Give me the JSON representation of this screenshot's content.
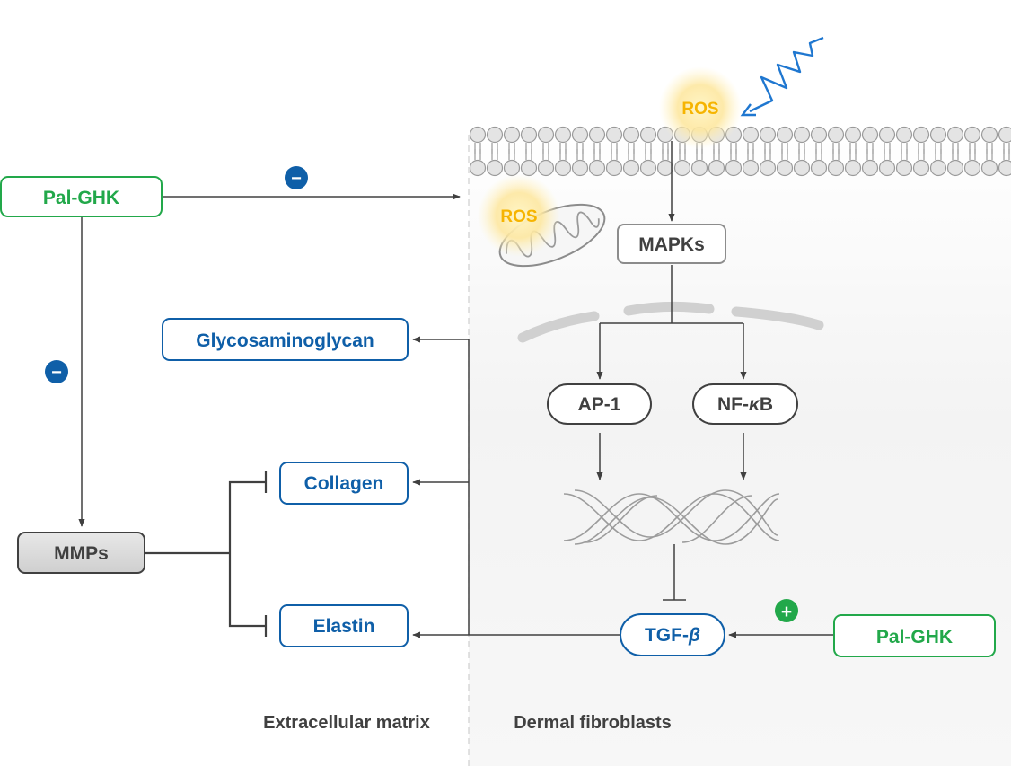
{
  "nodes": {
    "pal_ghk_left": "Pal-GHK",
    "pal_ghk_right": "Pal-GHK",
    "mmps": "MMPs",
    "glycosaminoglycan": "Glycosaminoglycan",
    "collagen": "Collagen",
    "elastin": "Elastin",
    "mapks": "MAPKs",
    "ap1": "AP-1",
    "nfkb_prefix": "NF-",
    "nfkb_kappa": "κ",
    "nfkb_suffix": "B",
    "tgfb_prefix": "TGF-",
    "tgfb_beta": "β",
    "ros_membrane": "ROS",
    "ros_mito": "ROS"
  },
  "signs": {
    "inhibit": "−",
    "promote": "+"
  },
  "footer": {
    "extracellular": "Extracellular matrix",
    "fibroblasts": "Dermal fibroblasts"
  },
  "colors": {
    "green": "#22a84a",
    "blue": "#0f5fa8",
    "ros": "#f6b400",
    "gray": "#404040",
    "uv": "#1f77d0"
  }
}
